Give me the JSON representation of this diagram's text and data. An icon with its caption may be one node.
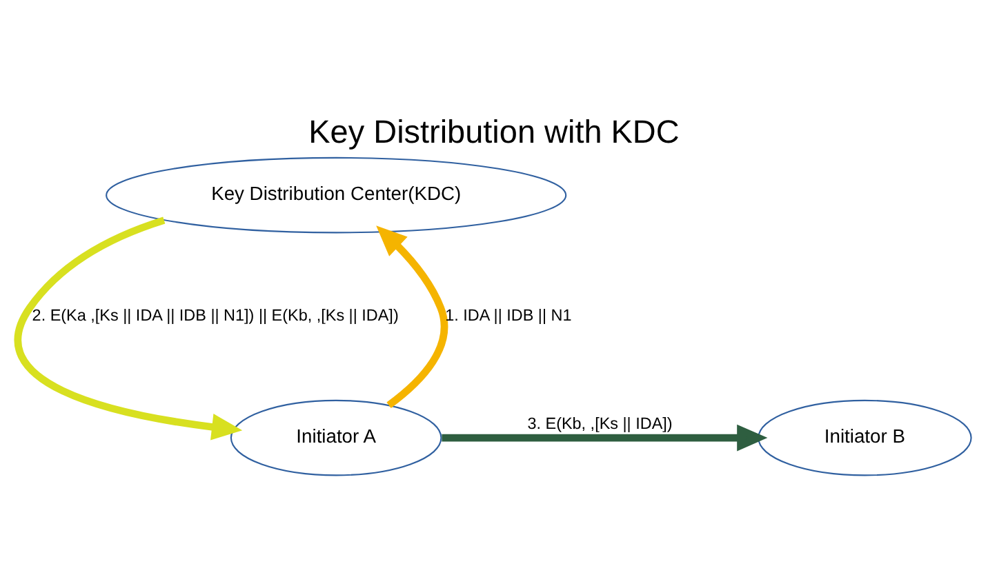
{
  "diagram": {
    "title": "Key Distribution with KDC",
    "nodes": [
      {
        "text": [
          "Key Distribution Center(KDC)"
        ]
      },
      {
        "text": [
          "Initiator A"
        ]
      },
      {
        "text": [
          "Initiator B"
        ]
      }
    ],
    "edges": [
      {
        "from": 1,
        "to": 0,
        "arrow": "to",
        "label": "1. IDA || IDB || N1",
        "color": "#f5b400"
      },
      {
        "from": 0,
        "to": 1,
        "arrow": "to",
        "label": "2. E(Ka ,[Ks || IDA || IDB || N1]) || E(Kb, ,[Ks || IDA])",
        "color": "#d8e020"
      },
      {
        "from": 1,
        "to": 2,
        "arrow": "to",
        "label": "3. E(Kb, ,[Ks || IDA])",
        "color": "#2e5e40"
      }
    ]
  }
}
